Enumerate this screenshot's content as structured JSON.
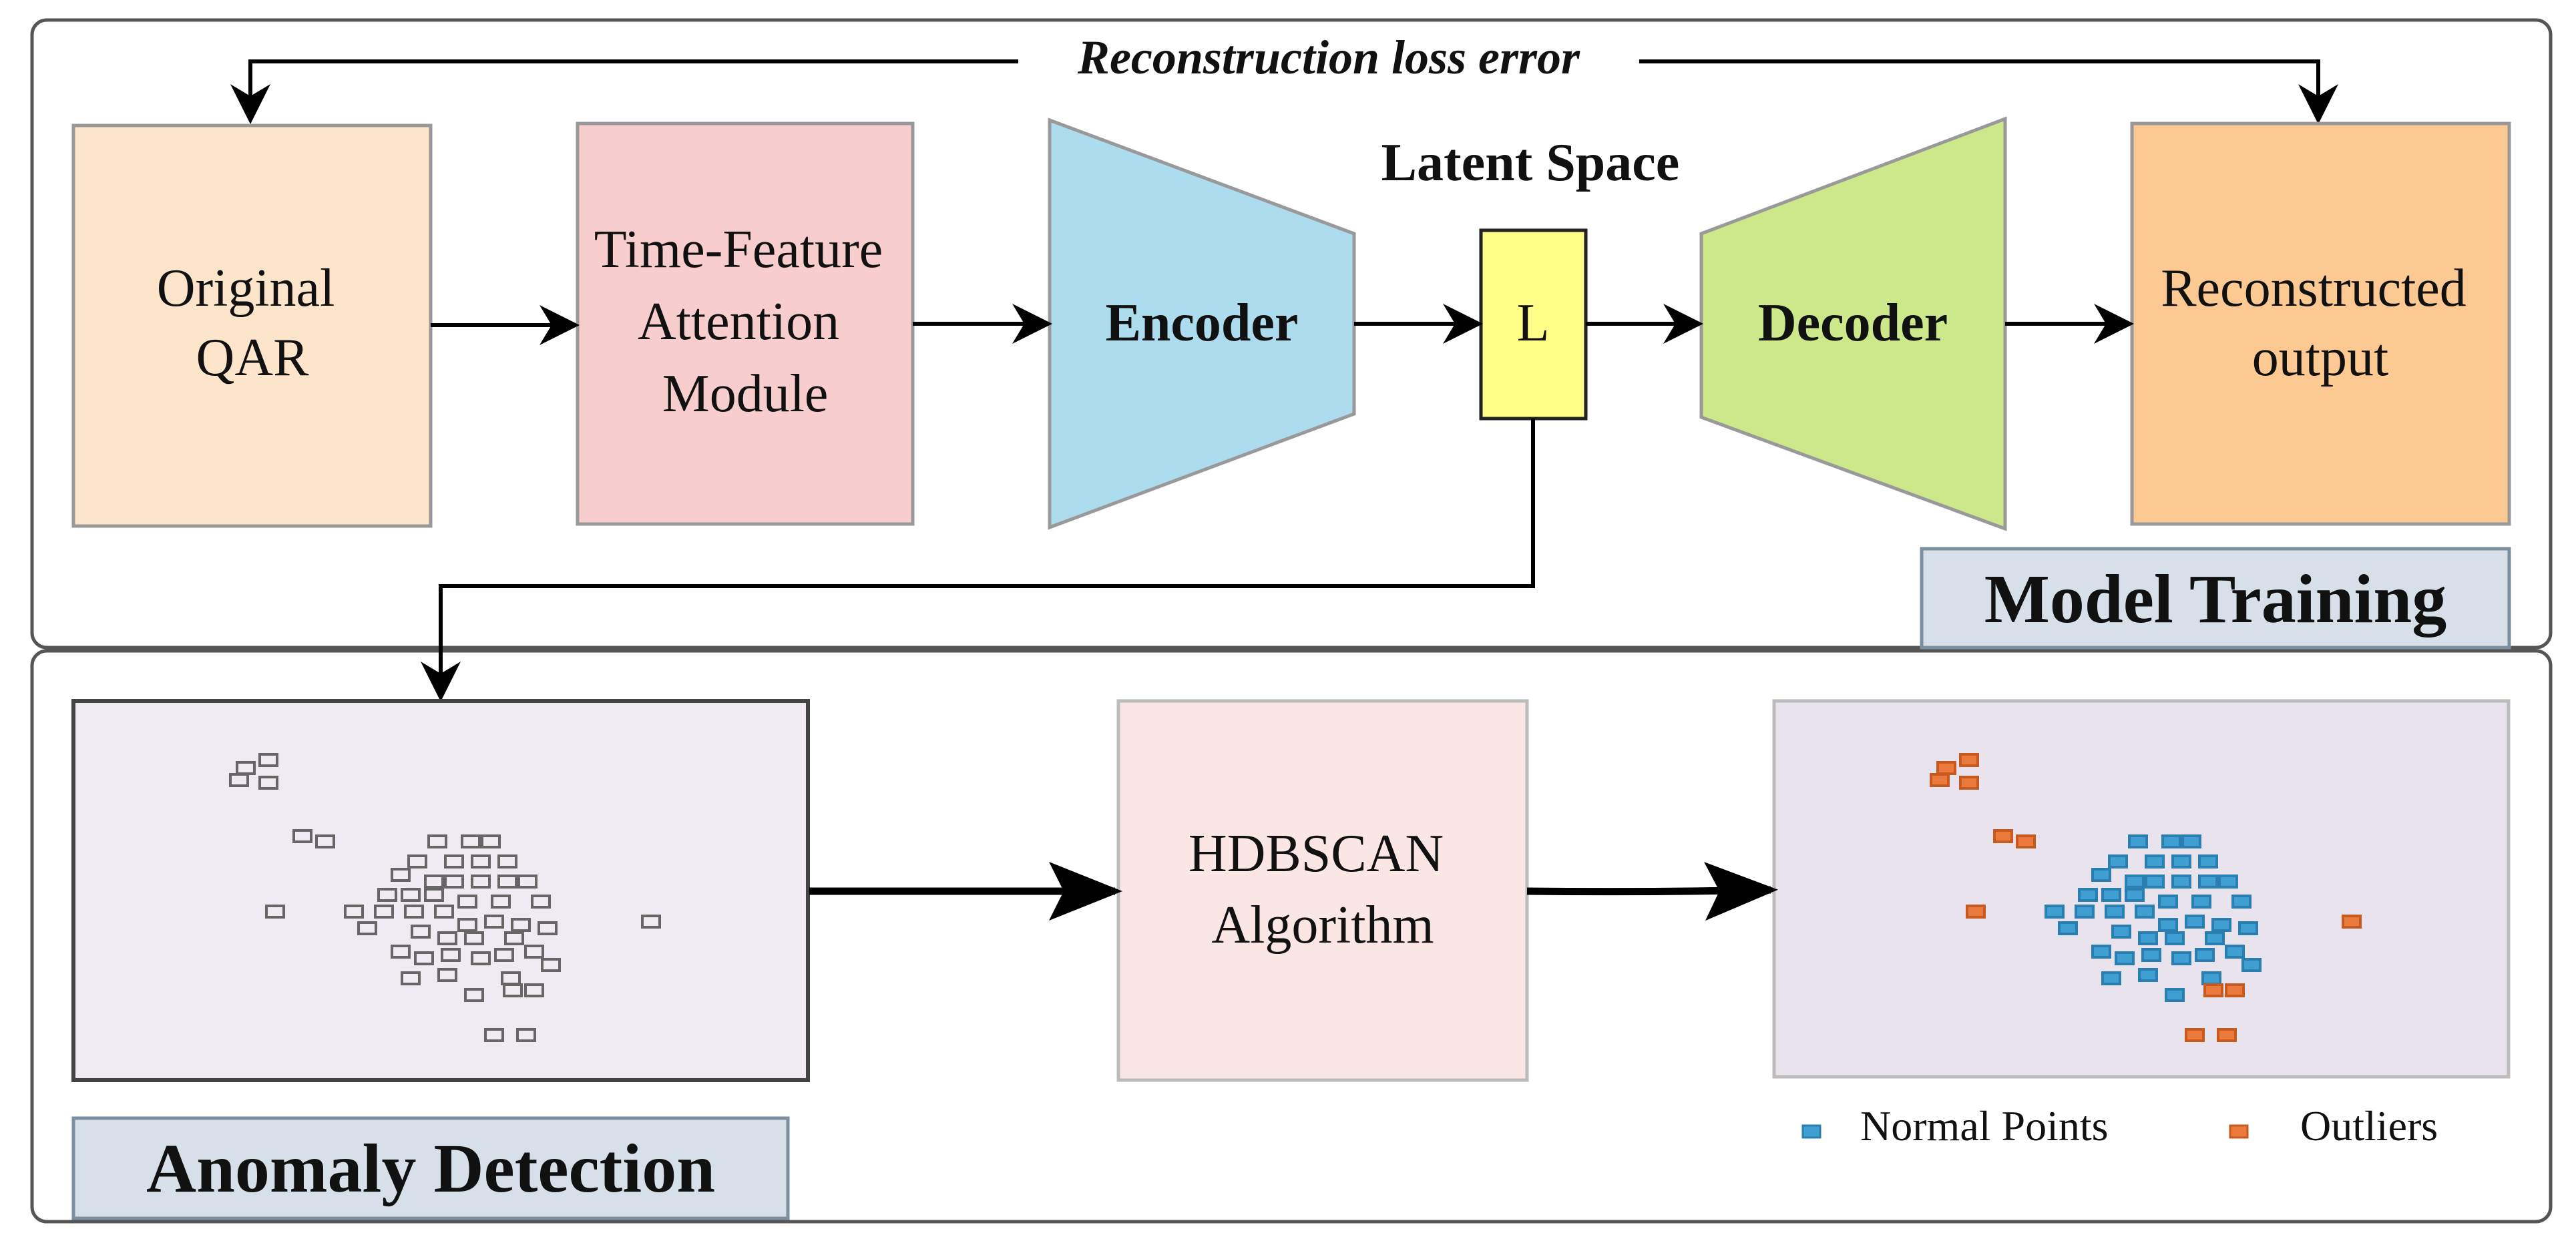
{
  "diagram": {
    "feedback_label": "Reconstruction loss error",
    "latent_space_label": "Latent Space",
    "nodes": {
      "original_qar": [
        "Original",
        "QAR"
      ],
      "attention_module": [
        "Time-Feature",
        "Attention",
        "Module"
      ],
      "encoder": "Encoder",
      "latent": "L",
      "decoder": "Decoder",
      "reconstructed_output": [
        "Reconstructed",
        "output"
      ],
      "hdbscan": [
        "HDBSCAN",
        "Algorithm"
      ]
    },
    "panels": {
      "training_title": "Model Training",
      "detection_title": "Anomaly Detection"
    },
    "legend": {
      "normal": "Normal Points",
      "outliers": "Outliers"
    },
    "colors": {
      "original_qar": "#fde5cc",
      "attention_module": "#f7cdcd",
      "encoder": "#addcef",
      "latent": "#ffff88",
      "decoder": "#cce88a",
      "reconstructed_output": "#fcc992",
      "hdbscan": "#fbe6e6",
      "scatter_panel": "#f0ebf2",
      "result_panel": "#e9e3ee",
      "title_tab": "#d7e0e8",
      "normal_points": "#3f9fd2",
      "outlier_points": "#ec7a3c",
      "unlabeled_points": "#666666"
    }
  }
}
